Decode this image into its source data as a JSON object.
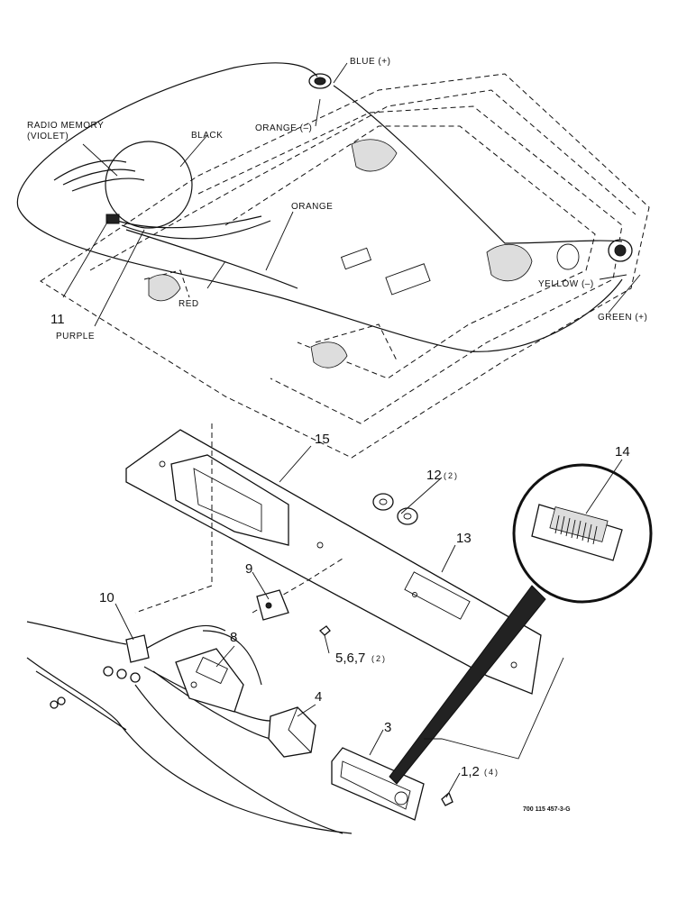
{
  "wire_labels": {
    "blue_plus": "BLUE (+)",
    "orange_minus": "ORANGE (–)",
    "radio_memory": "RADIO MEMORY",
    "violet": "(VIOLET)",
    "black": "BLACK",
    "orange": "ORANGE",
    "yellow_minus": "YELLOW (–)",
    "green_plus": "GREEN (+)",
    "red": "RED",
    "purple": "PURPLE"
  },
  "callouts": {
    "c11": "11",
    "c15": "15",
    "c14": "14",
    "c12": "12",
    "c12_qty": "(2)",
    "c13": "13",
    "c9": "9",
    "c10": "10",
    "c8": "8",
    "c567": "5,6,7",
    "c567_qty": "(2)",
    "c4": "4",
    "c3": "3",
    "c12b": "1,2",
    "c12b_qty": "(4)"
  },
  "figure_code": "700 115 457-3-G"
}
